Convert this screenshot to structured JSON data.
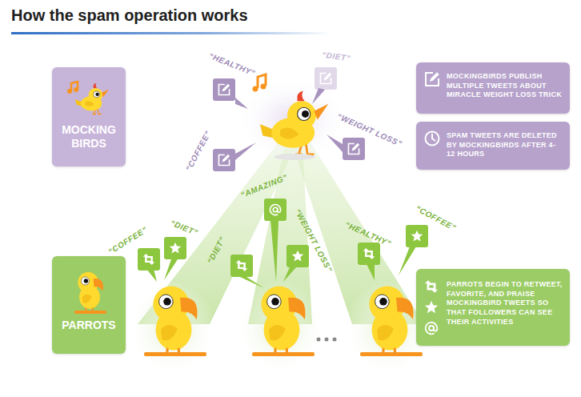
{
  "diagram": {
    "title": "How the spam operation works",
    "nodes": [
      {
        "text": [
          "MOCKING BIRDS"
        ]
      },
      {
        "text": [
          "MOCKINGBIRDS PUBLISH MULTIPLE TWEETS ABOUT MIRACLE WEIGHT LOSS TRICK"
        ]
      },
      {
        "text": [
          "SPAM TWEETS ARE DELETED BY MOCKINGBIRDS AFTER 4-12 HOURS"
        ]
      },
      {
        "text": [
          "PARROTS"
        ]
      },
      {
        "text": [
          "PARROTS BEGIN TO RETWEET, FAVORITE, AND PRAISE MOCKINGBIRD TWEETS SO THAT FOLLOWERS CAN SEE THEIR ACTIVITIES"
        ]
      }
    ],
    "labels": [
      "“HEALTHY”",
      "“DIET”",
      "“COFFEE”",
      "“WEIGHT LOSS”",
      "“COFFEE”",
      "“DIET”",
      "“DIET”",
      "“AMAZING”",
      "“WEIGHT LOSS”",
      "“HEALTHY”",
      "“COFFEE”"
    ]
  }
}
